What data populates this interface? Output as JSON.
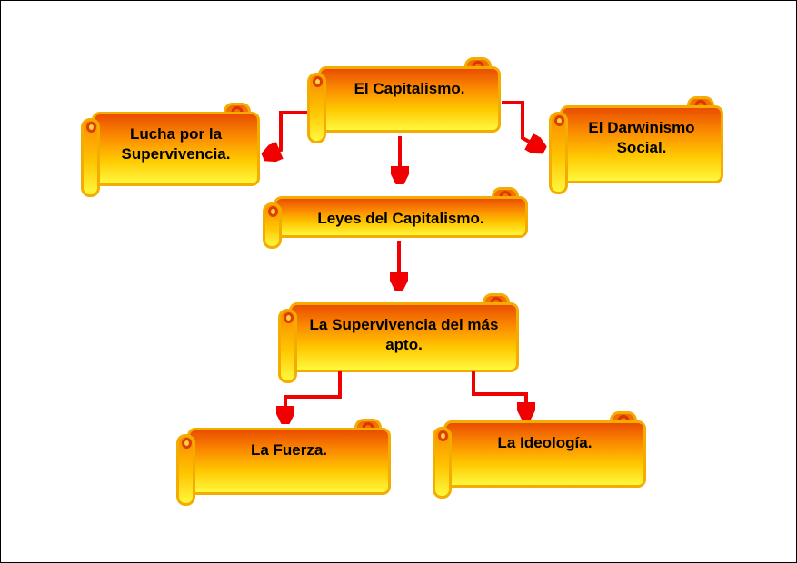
{
  "page": {
    "background": "#FFFFFF",
    "frame_border": "#000000"
  },
  "palette": {
    "scroll_gradient_top": "#E94E00",
    "scroll_gradient_mid": "#FB8A00",
    "scroll_gradient_bottom": "#FFF83D",
    "scroll_border": "#F5AC00",
    "curl_mark": "#D93600",
    "arrow_color": "#F00000",
    "text_color": "#000000"
  },
  "diagram": {
    "type": "concept-map",
    "language": "es",
    "nodes": [
      {
        "id": "capitalismo",
        "label": "El Capitalismo."
      },
      {
        "id": "lucha-supervivencia",
        "label": "Lucha por la Supervivencia."
      },
      {
        "id": "darwinismo-social",
        "label": "El Darwinismo Social."
      },
      {
        "id": "leyes-capitalismo",
        "label": "Leyes del Capitalismo."
      },
      {
        "id": "supervivencia-apto",
        "label": "La Supervivencia del más apto."
      },
      {
        "id": "fuerza",
        "label": "La Fuerza."
      },
      {
        "id": "ideologia",
        "label": "La Ideología."
      }
    ],
    "edges": [
      {
        "from": "capitalismo",
        "to": "lucha-supervivencia"
      },
      {
        "from": "capitalismo",
        "to": "darwinismo-social"
      },
      {
        "from": "capitalismo",
        "to": "leyes-capitalismo"
      },
      {
        "from": "leyes-capitalismo",
        "to": "supervivencia-apto"
      },
      {
        "from": "supervivencia-apto",
        "to": "fuerza"
      },
      {
        "from": "supervivencia-apto",
        "to": "ideologia"
      }
    ]
  }
}
